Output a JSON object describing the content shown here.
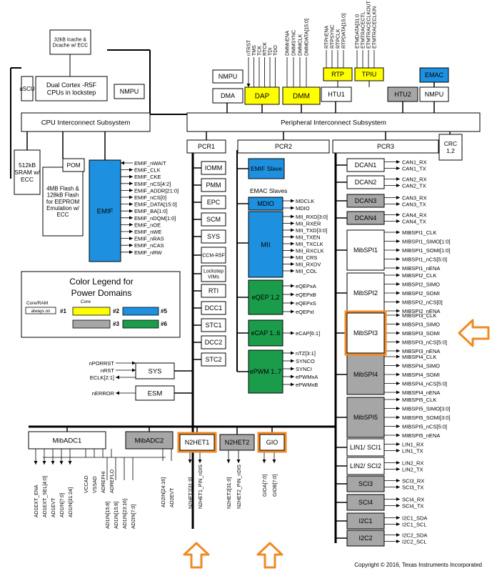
{
  "colors": {
    "yellow": "#ffff00",
    "blue": "#1e90e0",
    "gray": "#a6a6a6",
    "green": "#1a9c4a",
    "highlight": "#f08a24",
    "line": "#000000"
  },
  "blocks": {
    "cache": "32kB Icache & Dcache w/ ECC",
    "uscu": "uSCU",
    "cpu": "Dual Cortex -R5F CPUs in lockstep",
    "nmpu_cpu": "NMPU",
    "cpu_interconnect": "CPU Interconnect Subsystem",
    "sram": "512kB SRAM w/ ECC",
    "pom": "POM",
    "flash": "4MB Flash & 128kB Flash for EEPROM Emulation w/ ECC",
    "emif": "EMIF",
    "nmpu_dma": "NMPU",
    "dma": "DMA",
    "dap": "DAP",
    "dmm": "DMM",
    "rtp": "RTP",
    "tpiu": "TPIU",
    "emac": "EMAC",
    "htu1": "HTU1",
    "htu2": "HTU2",
    "nmpu_emac": "NMPU",
    "peripheral_interconnect": "Peripheral Interconnect Subsystem",
    "pcr1": "PCR1",
    "pcr2": "PCR2",
    "pcr3": "PCR3",
    "crc": "CRC 1,2",
    "iomm": "IOMM",
    "pmm": "PMM",
    "epc": "EPC",
    "scm": "SCM",
    "sys_small": "SYS",
    "ccm": "CCM-R5F",
    "lockstep": "Lockstep VIMs",
    "rti": "RTI",
    "dcc1": "DCC1",
    "stc1": "STC1",
    "dcc2": "DCC2",
    "stc2": "STC2",
    "sys": "SYS",
    "esm": "ESM",
    "emif_slave": "EMIF Slave",
    "emac_slaves": "EMAC Slaves",
    "mdio": "MDIO",
    "mii": "MII",
    "eqep": "eQEP 1,2",
    "ecap": "eCAP 1..6",
    "epwm": "ePWM 1..7",
    "dcan1": "DCAN1",
    "dcan2": "DCAN2",
    "dcan3": "DCAN3",
    "dcan4": "DCAN4",
    "mibspi1": "MibSPI1",
    "mibspi2": "MibSPI2",
    "mibspi3": "MibSPI3",
    "mibspi4": "MibSPI4",
    "mibspi5": "MibSPI5",
    "lin1": "LIN1/ SCI1",
    "lin2": "LIN2/ SCI2",
    "sci3": "SCI3",
    "sci4": "SCI4",
    "i2c1": "I2C1",
    "i2c2": "I2C2",
    "mibadc1": "MibADC1",
    "mibadc2": "MibADC2",
    "n2het1": "N2HET1",
    "n2het2": "N2HET2",
    "gio": "GIO"
  },
  "legend": {
    "title": "Color Legend for Power Domains",
    "core_ram": "Core/RAM",
    "always_on": "always on",
    "core": "Core",
    "labels": [
      "#1",
      "#2",
      "#5",
      "#3",
      "#6"
    ]
  },
  "signals": {
    "dap": [
      "nTRST",
      "TMS",
      "TCK",
      "RTCK",
      "TDI",
      "TDO"
    ],
    "dmm": [
      "DMMnENA",
      "DMMSYNC",
      "DMMCLK",
      "DMMDATA[15:0]"
    ],
    "rtp": [
      "RTPnENA",
      "RTPSYNC",
      "RTPCLK",
      "RTPDATA[15:0]"
    ],
    "tpiu": [
      "ETMDATA[31:0",
      "ETMTRACECTL",
      "ETMTRACECLKOUT",
      "ETMTRACECLKIN"
    ],
    "emif": [
      "EMIF_nWAIT",
      "EMIF_CLK",
      "EMIF_CKE",
      "EMIF_nCS[4:2]",
      "EMIF_ADDR[21:0]",
      "EMIF_nCS[0]",
      "EMIF_DATA[15:0]",
      "EMIF_BA[1:0]",
      "EMIF_nDQM[1:0]",
      "EMIF_nOE",
      "EMIF_nWE",
      "EMIF_nRAS",
      "EMIF_nCAS",
      "EMIF_nRW"
    ],
    "mdio": [
      "MDCLK",
      "MDIO"
    ],
    "mii": [
      "MII_RXD[3:0]",
      "MII_RXER",
      "MII_TXD[3:0]",
      "MII_TXEN",
      "MII_TXCLK",
      "MII_RXCLK",
      "MII_CRS",
      "MII_RXDV",
      "MII_COL"
    ],
    "eqep": [
      "eQEPxA",
      "eQEPxB",
      "eQEPxS",
      "eQEPxI"
    ],
    "ecap": [
      "eCAP[6:1]"
    ],
    "epwm": [
      "nTZ[3:1]",
      "SYNCO",
      "SYNCI",
      "ePWMxA",
      "ePWMxB"
    ],
    "sys": [
      "nPORRST",
      "nRST",
      "ECLK[2:1]"
    ],
    "esm": [
      "nERROR"
    ],
    "dcan1": [
      "CAN1_RX",
      "CAN1_TX"
    ],
    "dcan2": [
      "CAN2_RX",
      "CAN2_TX"
    ],
    "dcan3": [
      "CAN3_RX",
      "CAN3_TX"
    ],
    "dcan4": [
      "CAN4_RX",
      "CAN4_TX"
    ],
    "mibspi1": [
      "MIBSPI1_CLK",
      "MIBSPI1_SIMO[1:0]",
      "MIBSPI1_SOMI[1:0]",
      "MIBSPI1_nCS[5:0]",
      "MIBSPI1_nENA"
    ],
    "mibspi2": [
      "MIBSPI2_CLK",
      "MIBSPI2_SIMO",
      "MIBSPI2_SOMI",
      "MIBSPI2_nCS[0]",
      "MIBSPI2_nENA"
    ],
    "mibspi3": [
      "MIBSPI3_CLK",
      "MIBSPI3_SIMO",
      "MIBSPI3_SOMI",
      "MIBSPI3_nCS[5:0]",
      "MIBSPI3_nENA"
    ],
    "mibspi4": [
      "MIBSPI4_CLK",
      "MIBSPI4_SIMO",
      "MIBSPI4_SOMI",
      "MIBSPI4_nCS[5:0]",
      "MIBSPI4_nENA"
    ],
    "mibspi5": [
      "MIBSPI5_CLK",
      "MIBSPI5_SIMO[3:0]",
      "MIBSPI5_SOMI[3:0]",
      "MIBSPI5_nCS[5:0]",
      "MIBSPI5_nENA"
    ],
    "lin1": [
      "LIN1_RX",
      "LIN1_TX"
    ],
    "lin2": [
      "LIN2_RX",
      "LIN2_TX"
    ],
    "sci3": [
      "SCI3_RX",
      "SCI3_TX"
    ],
    "sci4": [
      "SCI4_RX",
      "SCI4_TX"
    ],
    "i2c1": [
      "I2C1_SDA",
      "I2C1_SCL"
    ],
    "i2c2": [
      "I2C2_SDA",
      "I2C2_SCL"
    ],
    "adc1": [
      "AD1EXT_ENA",
      "AD1EXT_SEL[4:0]",
      "AD1EVT",
      "AD1IN[7:0]",
      "AD1IN[31:24]"
    ],
    "adc_common": [
      "VCCAD",
      "VSSAD",
      "ADREFHI",
      "ADREFLO"
    ],
    "adc_shared": [
      "AD1IN[15:8]",
      "AD1IN[15:8]",
      "AD1IN[23:16]",
      "AD2IN[7:0]"
    ],
    "adc2": [
      "AD2IN[24:16]",
      "AD2EVT"
    ],
    "n2het1": [
      "N2HET1[31:0]",
      "N2HET1_PIN_nDIS"
    ],
    "n2het2": [
      "N2HET2[31:0]",
      "N2HET2_PIN_nDIS"
    ],
    "gio": [
      "GIOA[7:0]",
      "GIOB[7:0]"
    ]
  },
  "copyright": "Copyright © 2016, Texas Instruments Incorporated"
}
